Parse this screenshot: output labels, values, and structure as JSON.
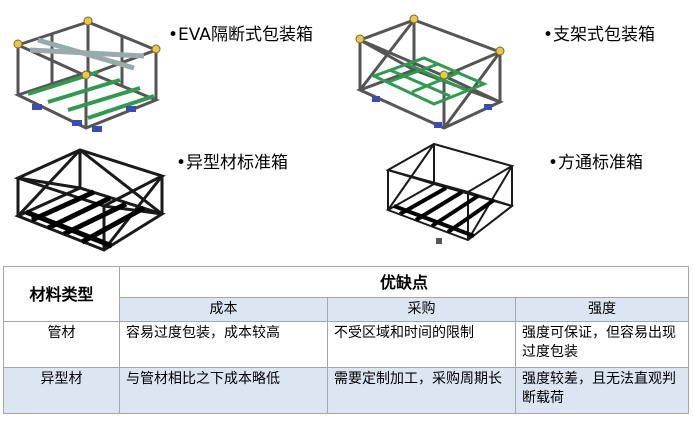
{
  "products": [
    {
      "caption": "•EVA隔断式包装箱",
      "icon": "eva-partition-rack-illustration"
    },
    {
      "caption": "•支架式包装箱",
      "icon": "bracket-rack-illustration"
    },
    {
      "caption": "•异型材标准箱",
      "icon": "profile-frame-illustration"
    },
    {
      "caption": "•方通标准箱",
      "icon": "square-tube-frame-illustration"
    }
  ],
  "table": {
    "header_material": "材料类型",
    "header_group": "优缺点",
    "columns": [
      "成本",
      "采购",
      "强度"
    ],
    "rows": [
      {
        "material": "管材",
        "cost": "容易过度包装，成本较高",
        "purchase": "不受区域和时间的限制",
        "strength": "强度可保证，但容易出现过度包装"
      },
      {
        "material": "异型材",
        "cost": "与管材相比之下成本略低",
        "purchase": "需要定制加工，采购周期长",
        "strength": "强度较差，且无法直观判断载荷"
      }
    ]
  },
  "colors": {
    "header_row": "#dbe6f2",
    "frame": "#4a4a4a",
    "beam": "#2e9b4f",
    "pad": "#3a4cb0",
    "cap": "#e8c84a"
  }
}
